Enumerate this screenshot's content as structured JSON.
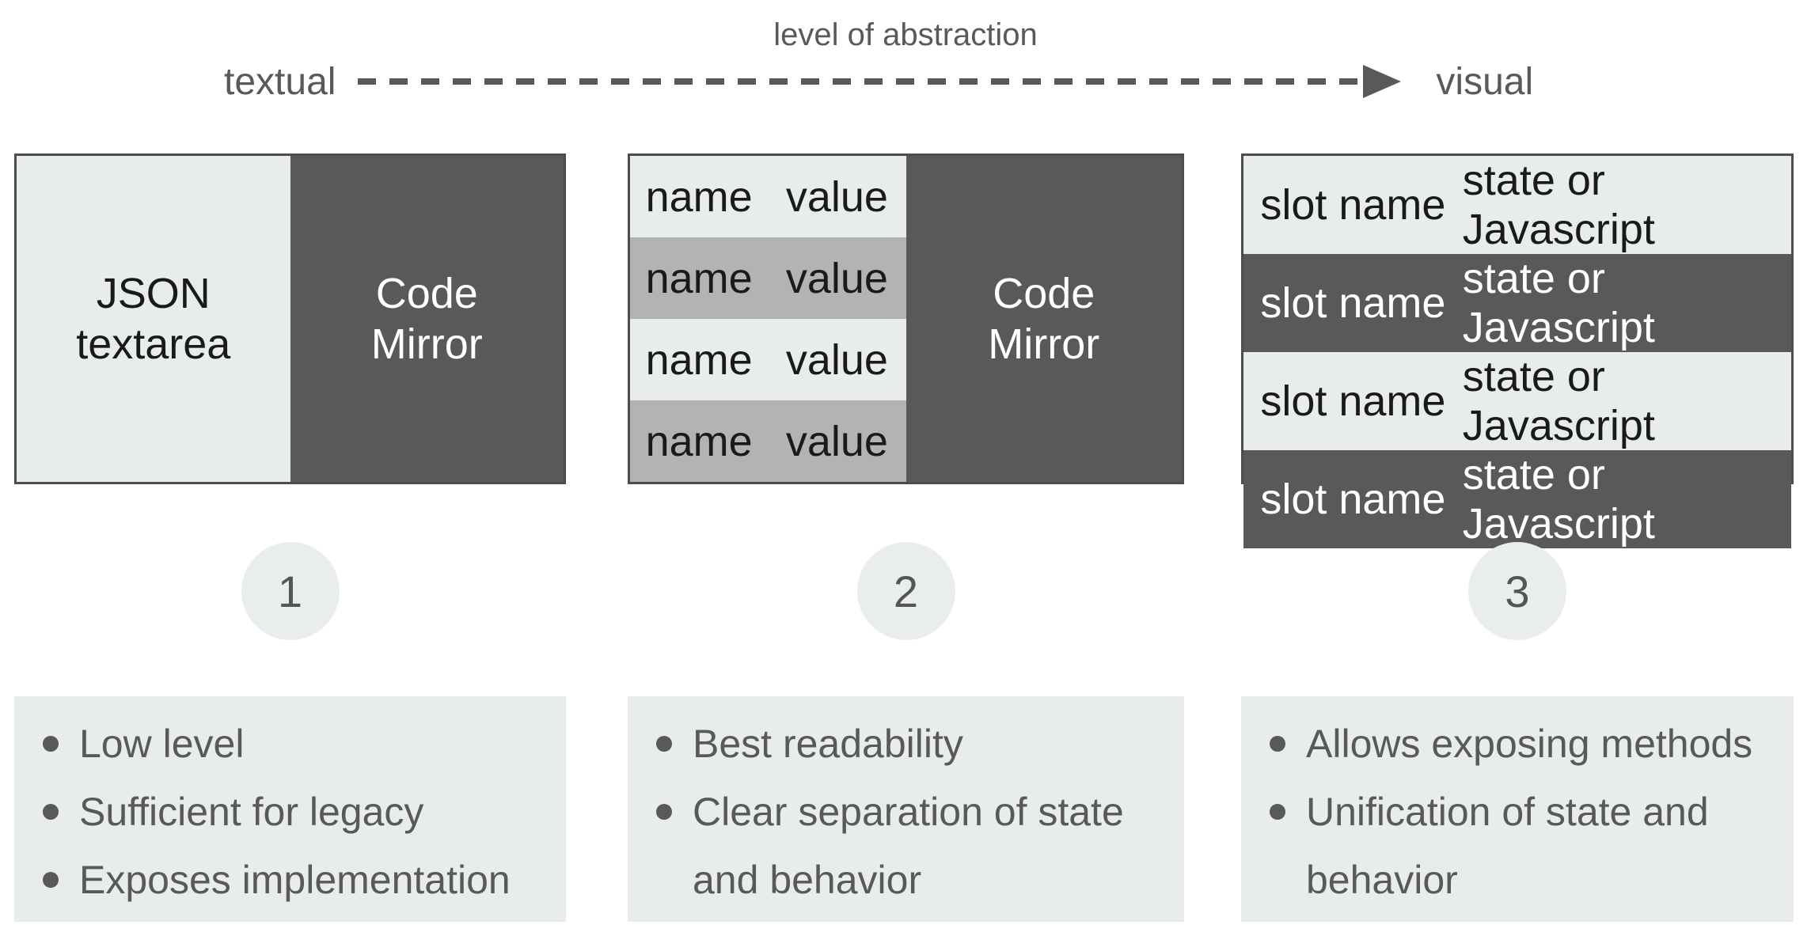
{
  "header": {
    "title": "level of abstraction",
    "left_label": "textual",
    "right_label": "visual"
  },
  "columns": [
    {
      "number": "1",
      "box": {
        "left_lines": [
          "JSON",
          "textarea"
        ],
        "right_lines": [
          "Code",
          "Mirror"
        ]
      },
      "bullets": [
        "Low level",
        "Sufficient for legacy",
        "Exposes implementation"
      ]
    },
    {
      "number": "2",
      "box": {
        "rows": [
          {
            "name": "name",
            "value": "value"
          },
          {
            "name": "name",
            "value": "value"
          },
          {
            "name": "name",
            "value": "value"
          },
          {
            "name": "name",
            "value": "value"
          }
        ],
        "right_lines": [
          "Code",
          "Mirror"
        ]
      },
      "bullets": [
        "Best readability",
        "Clear separation of state and behavior"
      ]
    },
    {
      "number": "3",
      "box": {
        "rows": [
          {
            "name": "slot name",
            "value": "state or Javascript"
          },
          {
            "name": "slot name",
            "value": "state or Javascript"
          },
          {
            "name": "slot name",
            "value": "state or Javascript"
          },
          {
            "name": "slot name",
            "value": "state or Javascript"
          }
        ]
      },
      "bullets": [
        "Allows exposing methods",
        "Unification of state and behavior"
      ]
    }
  ],
  "colors": {
    "dark_gray": "#595959",
    "light_gray": "#e8eced",
    "mid_gray": "#b3b3b3",
    "border": "#4d4d4d",
    "text_dark": "#1a1a1a",
    "text_gray": "#595959",
    "white": "#ffffff"
  }
}
